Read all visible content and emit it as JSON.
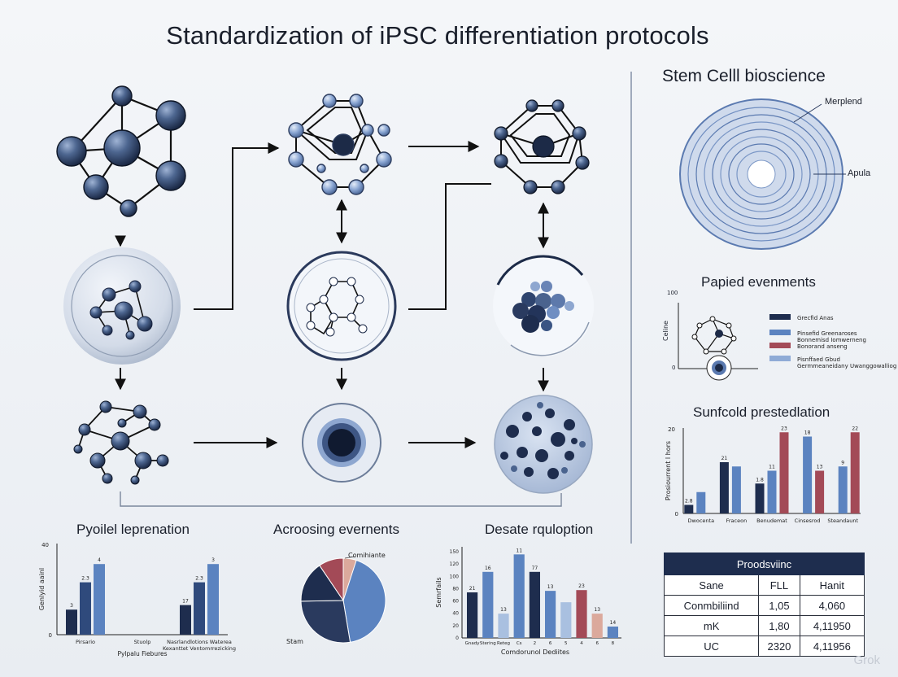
{
  "title": "Standardization of iPSC differentiation protocols",
  "right_panel": {
    "title": "Stem Celll bioscience",
    "annotation_top": "Merplend",
    "annotation_bottom": "Apula"
  },
  "legend_section": {
    "title": "Papied evenments",
    "y_label": "Celine",
    "y_top": "100",
    "y_zero": "0",
    "legend": [
      {
        "label": "Grecfid Anas",
        "color": "#1e2d4e"
      },
      {
        "label": "Pinsefid Greenaroses Bonnemisd Iomwerneng",
        "color": "#5b83c0"
      },
      {
        "label": "Bonorand anseng",
        "color": "#a34a57"
      },
      {
        "label": "Pisnffaed Gbud Germmeaneidany Uwanggowalliog",
        "color": "#8fabd6"
      }
    ]
  },
  "chart_data": [
    {
      "type": "bar",
      "title": "Sunfcold prestedlation",
      "xlabel": "",
      "ylabel": "Prosiourrent l hors",
      "ylim": [
        0,
        20
      ],
      "y_ticks": [
        "20",
        "0"
      ],
      "categories": [
        "Dwocenta",
        "Fraceon",
        "Benudemat",
        "Cinsesrod",
        "Steandaunt"
      ],
      "series": [
        {
          "color": "#1e2d4e",
          "values": [
            2,
            12,
            7,
            null,
            null
          ],
          "labels": [
            "2.8",
            "21",
            "1.8",
            "",
            ""
          ]
        },
        {
          "color": "#5b83c0",
          "values": [
            5,
            11,
            10,
            18,
            11
          ],
          "labels": [
            "",
            "",
            "11",
            "18",
            "9"
          ]
        },
        {
          "color": "#a34a57",
          "values": [
            null,
            null,
            19,
            10,
            19
          ],
          "labels": [
            "",
            "",
            "23",
            "13",
            "22"
          ]
        }
      ]
    },
    {
      "type": "bar",
      "title": "Pyoilel leprenation",
      "xlabel": "Pylpalu Fiebures",
      "ylabel": "Genlyid aainl",
      "ylim": [
        0,
        40
      ],
      "y_ticks": [
        "40",
        "0"
      ],
      "categories": [
        "Pirsario",
        "Stuolp",
        "Nasrlandlotions Waterea Kexanttet Ventomrrezicking"
      ],
      "series": [
        {
          "color": "#1e2d4e",
          "values": [
            11,
            0,
            13
          ],
          "labels": [
            "3",
            "",
            "17"
          ]
        },
        {
          "color": "#2f4a7c",
          "values": [
            23,
            0,
            23
          ],
          "labels": [
            "2.3",
            "",
            "2.3"
          ]
        },
        {
          "color": "#5b83c0",
          "values": [
            31,
            0,
            31
          ],
          "labels": [
            "4",
            "",
            "3"
          ]
        }
      ]
    },
    {
      "type": "pie",
      "title": "Acroosing evernents",
      "labels": [
        "Comihiante",
        "",
        "",
        "Stam"
      ],
      "values": [
        45,
        26,
        15,
        9
      ],
      "colors": [
        "#5b83c0",
        "#2a3a5e",
        "#1e2d4e",
        "#a34a57"
      ],
      "extra_colors": [
        "#dba99c"
      ]
    },
    {
      "type": "bar",
      "title": "Desate rquloption",
      "xlabel": "Comdorunol Dediites",
      "ylabel": "Semrfails",
      "ylim": [
        0,
        120
      ],
      "y_ticks": [
        "150",
        "120",
        "100",
        "80",
        "60",
        "40",
        "20",
        "0"
      ],
      "categories": [
        "Gnady",
        "Stering",
        "Reteg",
        "Cs",
        "2",
        "6",
        "5",
        "4",
        "6",
        "8"
      ],
      "values": [
        60,
        87,
        32,
        110,
        87,
        62,
        47,
        63,
        32,
        15
      ],
      "value_labels": [
        "21",
        "16",
        "13",
        "11",
        "77",
        "13",
        "",
        "23",
        "13",
        "14"
      ],
      "colors": [
        "#1e2d4e",
        "#5b83c0",
        "#a9c0e0",
        "#5b83c0",
        "#1e2d4e",
        "#5b83c0",
        "#a9c0e0",
        "#a34a57",
        "#dba99c",
        "#5b83c0"
      ]
    }
  ],
  "table": {
    "header": "Proodsviinc",
    "rows": [
      [
        "Sane",
        "FLL",
        "Hanit"
      ],
      [
        "Conmbiliind",
        "1,05",
        "4,060"
      ],
      [
        "mK",
        "1,80",
        "4,11950"
      ],
      [
        "UC",
        "2320",
        "4,11956"
      ]
    ]
  },
  "watermark": "Grok"
}
